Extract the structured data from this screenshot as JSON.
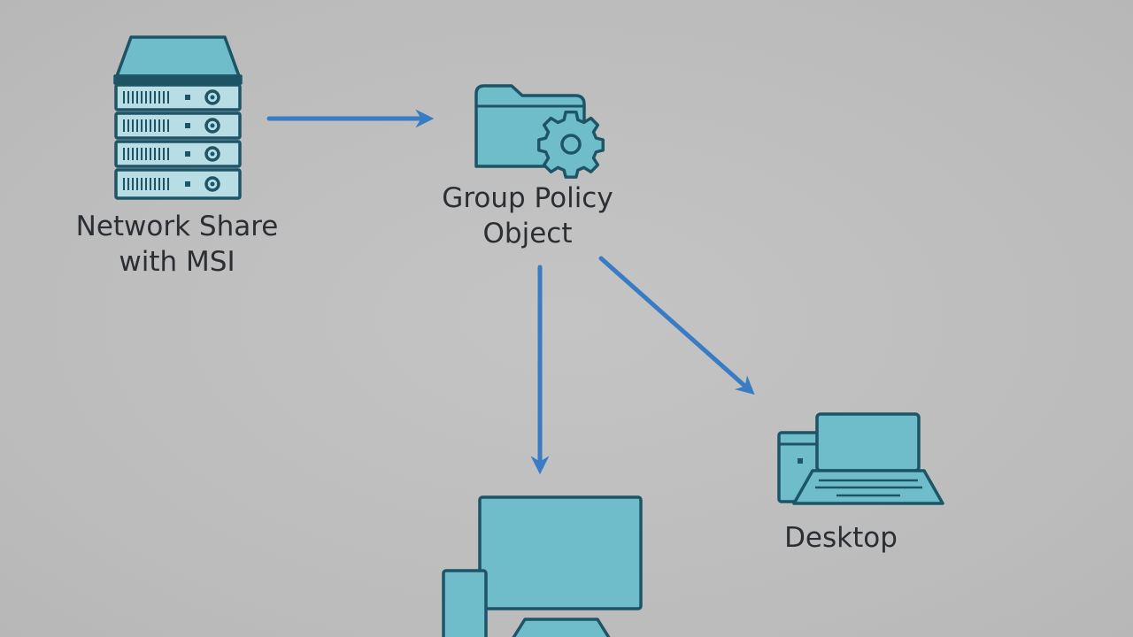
{
  "nodes": {
    "network_share": {
      "icon": "server-rack-icon",
      "label_line1": "Network Share",
      "label_line2": "with MSI"
    },
    "group_policy_object": {
      "icon": "folder-gear-icon",
      "label_line1": "Group Policy",
      "label_line2": "Object"
    },
    "desktop": {
      "icon": "desktop-laptop-icon",
      "label": "Desktop"
    },
    "workstation": {
      "icon": "monitor-tower-icon"
    }
  },
  "edges": [
    {
      "from": "network_share",
      "to": "group_policy_object"
    },
    {
      "from": "group_policy_object",
      "to": "workstation"
    },
    {
      "from": "group_policy_object",
      "to": "desktop"
    }
  ],
  "colors": {
    "background": "#bebebe",
    "icon_fill": "#6fbccb",
    "icon_stroke": "#1d5566",
    "arrow": "#3a7cc4",
    "text": "#2b2f33"
  }
}
